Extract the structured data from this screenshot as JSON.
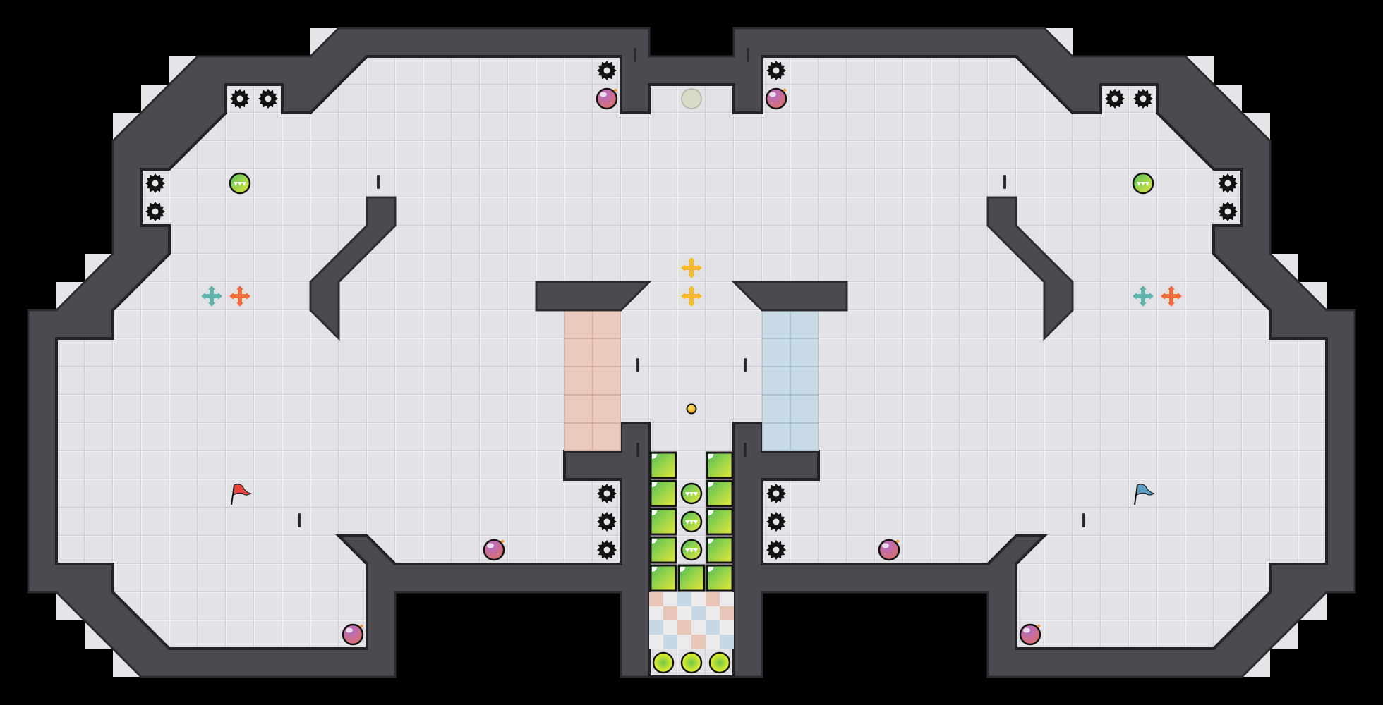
{
  "map": {
    "colors": {
      "background": "#000000",
      "wall": "#4a4a50",
      "wall_edge": "#2c2c30",
      "floor": "#e3e3e7",
      "floor_line": "#d0d0d5",
      "outer_corner": "#e4e4e8",
      "red_zone": "#e9c6b8",
      "blue_zone": "#c4d8e6",
      "red_team": "#e8453c",
      "blue_team": "#5a9ec6",
      "gate_green": "#7cc94a",
      "boost_yellow": "#e8ec2a",
      "cross_teal": "#5fb3ad",
      "cross_orange": "#f26b3a",
      "cross_yellow": "#f7b928",
      "bomb": "#9b4a9e",
      "portal_ghost": "#d6dcc6"
    },
    "icons": [
      "spike-icon",
      "bomb-icon",
      "powerup-icon",
      "gate-block",
      "boost-pad",
      "speed-cross-icon",
      "flag-icon",
      "portal-icon",
      "ball-marker"
    ]
  }
}
